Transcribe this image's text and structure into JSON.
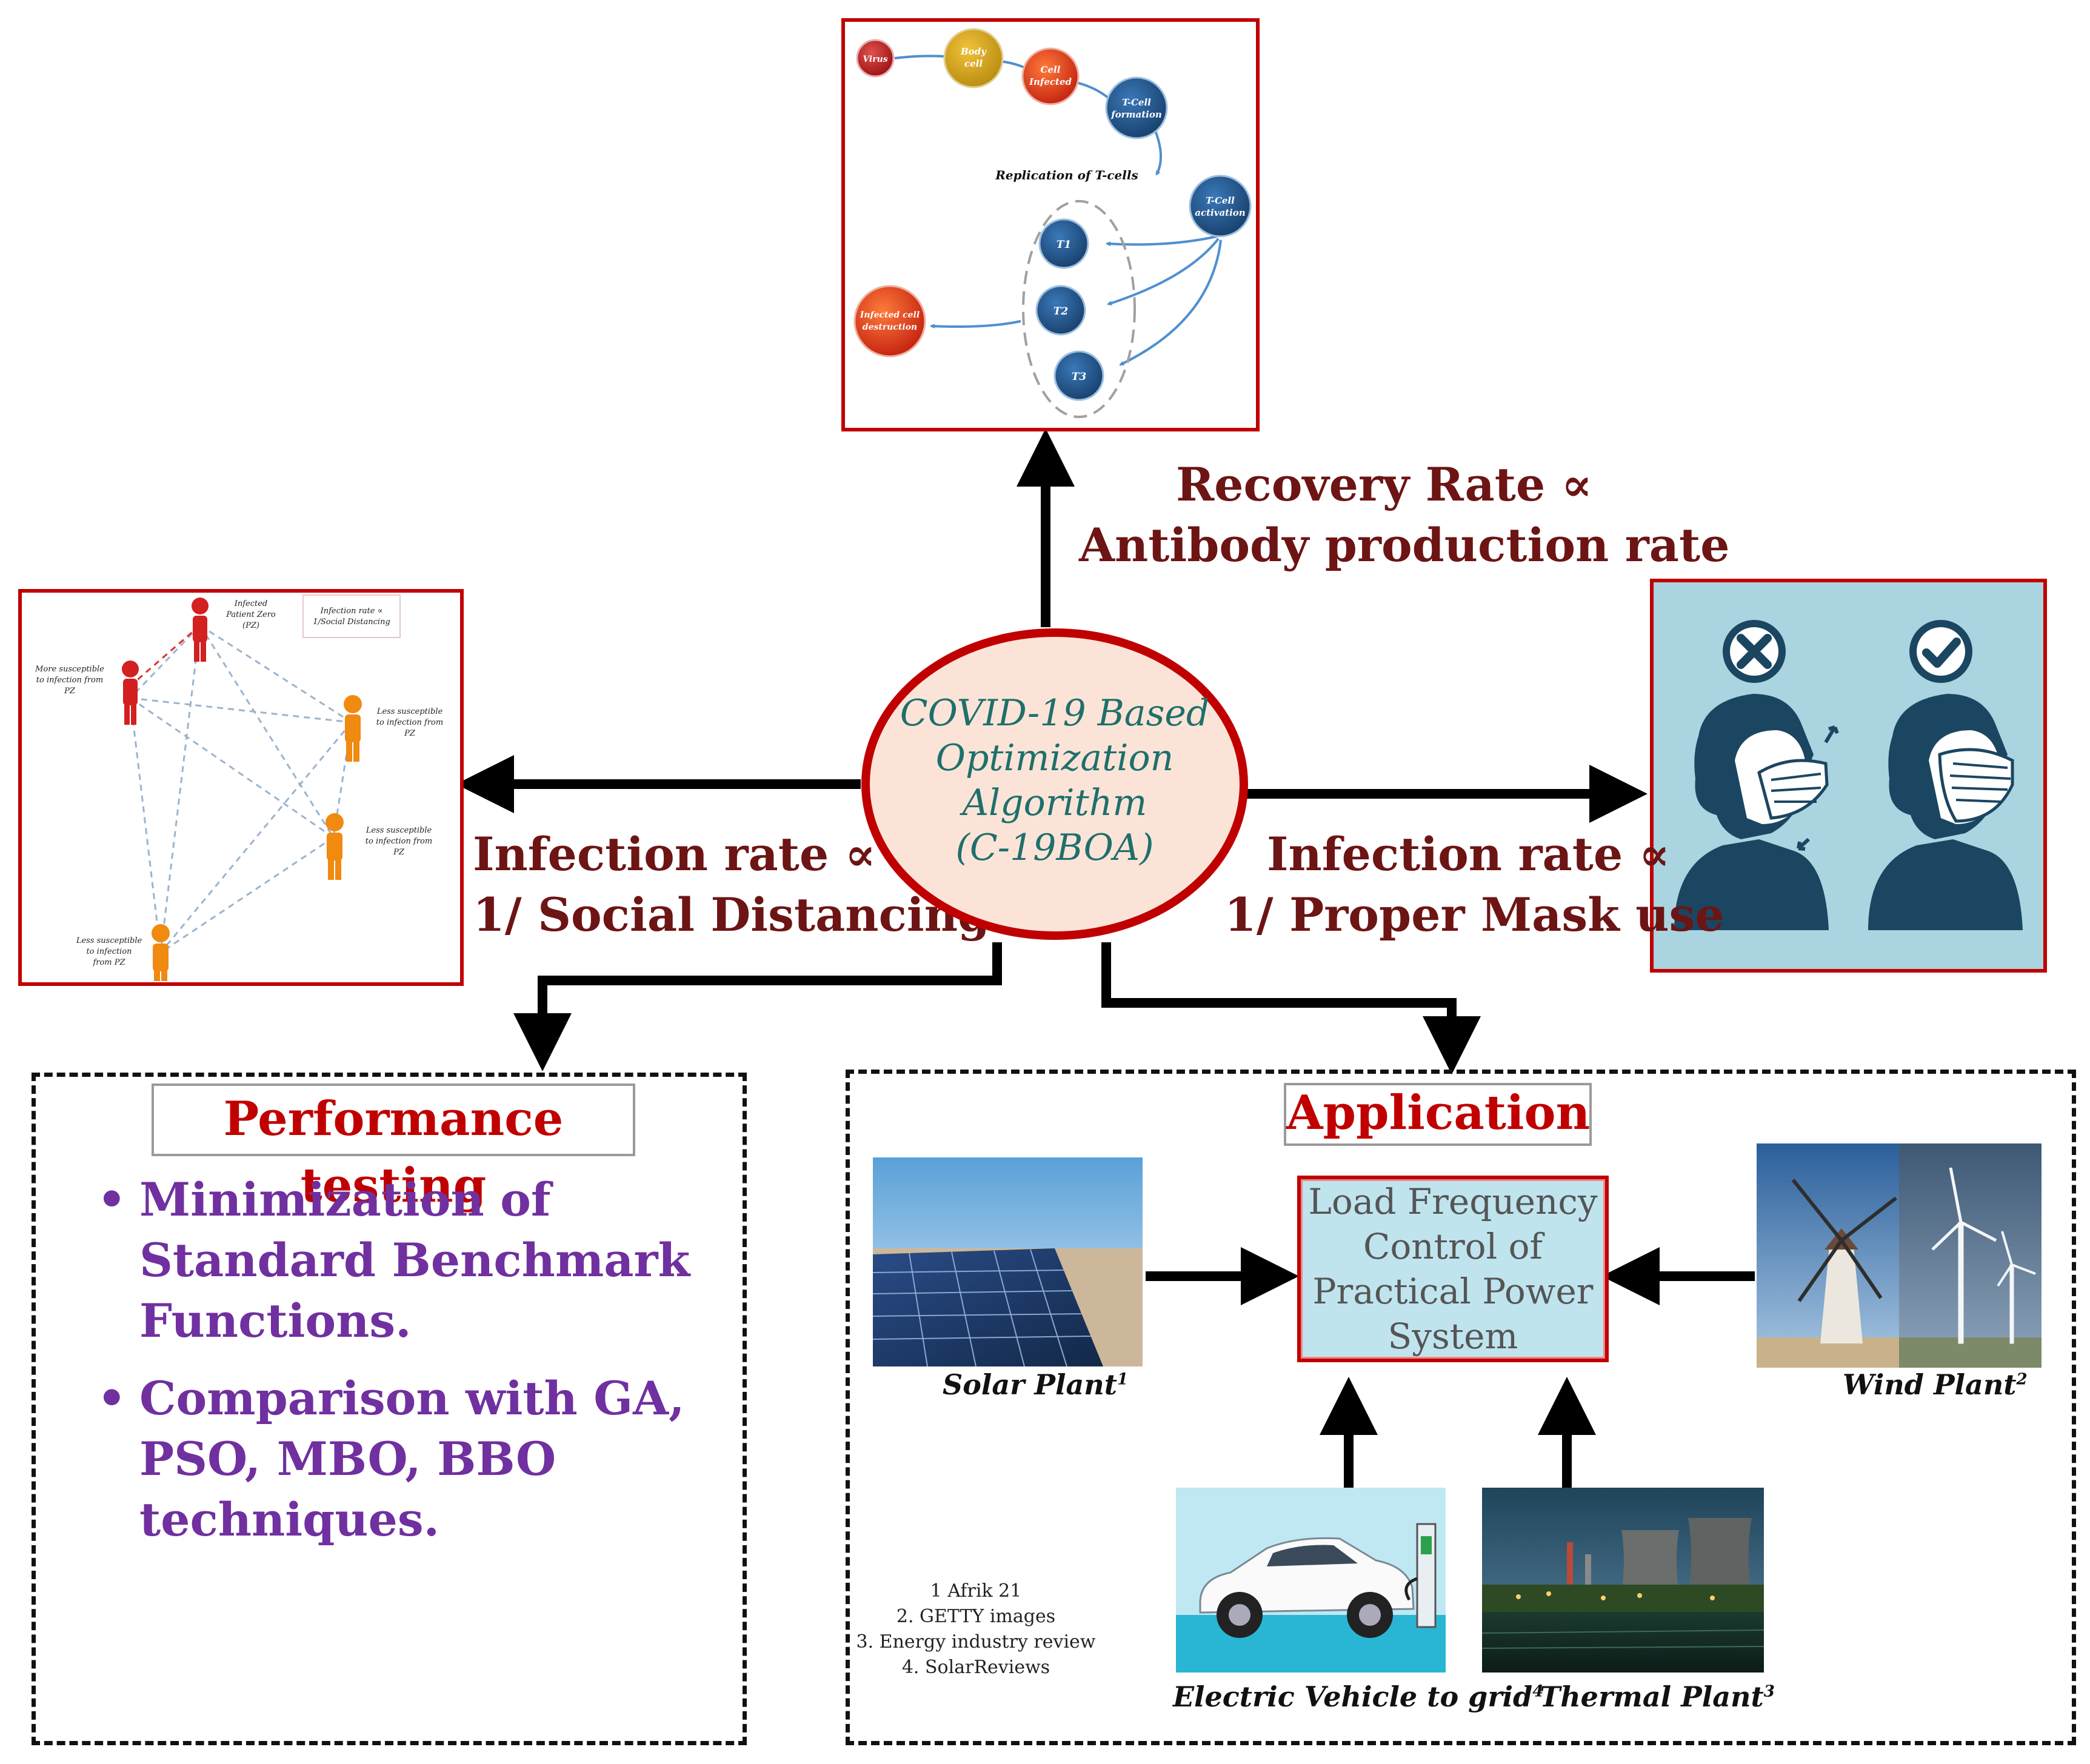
{
  "colors": {
    "arrow": "#000000",
    "frame_red": "#c00000",
    "relation_text": "#6d1414",
    "title_teal": "#1f6f6c",
    "bullet_purple": "#7030a0",
    "mask_bg": "#a9d4e0",
    "mask_dark": "#1b4661",
    "lfc_bg": "#bfe4ee"
  },
  "center": {
    "line1": "COVID-19 Based",
    "line2": "Optimization",
    "line3": "Algorithm",
    "line4": "(C-19BOA)"
  },
  "relations": {
    "recovery_line1": "Recovery Rate ∝",
    "recovery_line2": "Antibody production rate",
    "social_line1": "Infection rate ∝",
    "social_line2": "1/ Social Distancing",
    "mask_line1": "Infection rate ∝",
    "mask_line2": "1/ Proper Mask use"
  },
  "immune_flow": {
    "virus": "Virus",
    "body_cell_1": "Body",
    "body_cell_2": "cell",
    "cell_infected_1": "Cell",
    "cell_infected_2": "Infected",
    "tcell_formation_1": "T-Cell",
    "tcell_formation_2": "formation",
    "tcell_activation_1": "T-Cell",
    "tcell_activation_2": "activation",
    "replication_label": "Replication of T-cells",
    "t1": "T1",
    "t2": "T2",
    "t3": "T3",
    "destruction_1": "Infected cell",
    "destruction_2": "destruction"
  },
  "social_network": {
    "pz_1": "Infected",
    "pz_2": "Patient Zero",
    "pz_3": "(PZ)",
    "legend_1": "Infection rate ∝",
    "legend_2": "1/Social Distancing",
    "more_1": "More susceptible",
    "more_2": "to infection from",
    "more_3": "PZ",
    "less_a_1": "Less susceptible",
    "less_a_2": "to infection from",
    "less_a_3": "PZ",
    "less_b_1": "Less susceptible",
    "less_b_2": "to infection from",
    "less_b_3": "PZ",
    "less_c_1": "Less susceptible",
    "less_c_2": "to infection",
    "less_c_3": "from PZ"
  },
  "mask_panel": {
    "wrong_icon": "close-circle-icon",
    "right_icon": "check-circle-icon"
  },
  "performance": {
    "title": "Performance testing",
    "bullet1_line1": "Minimization of",
    "bullet1_line2": "Standard Benchmark",
    "bullet1_line3": "Functions.",
    "bullet2_line1": "Comparison with GA,",
    "bullet2_line2": "PSO, MBO, BBO",
    "bullet2_line3": "techniques."
  },
  "application": {
    "title": "Application",
    "lfc_line1": "Load Frequency",
    "lfc_line2": "Control of",
    "lfc_line3": "Practical Power",
    "lfc_line4": "System",
    "solar_caption": "Solar Plant",
    "solar_sup": "1",
    "wind_caption": "Wind Plant",
    "wind_sup": "2",
    "ev_caption": "Electric Vehicle to grid",
    "ev_sup": "4",
    "thermal_caption": "Thermal Plant",
    "thermal_sup": "3",
    "ref1": "1 Afrik 21",
    "ref2": "2. GETTY images",
    "ref3": "3. Energy industry review",
    "ref4": "4. SolarReviews"
  }
}
